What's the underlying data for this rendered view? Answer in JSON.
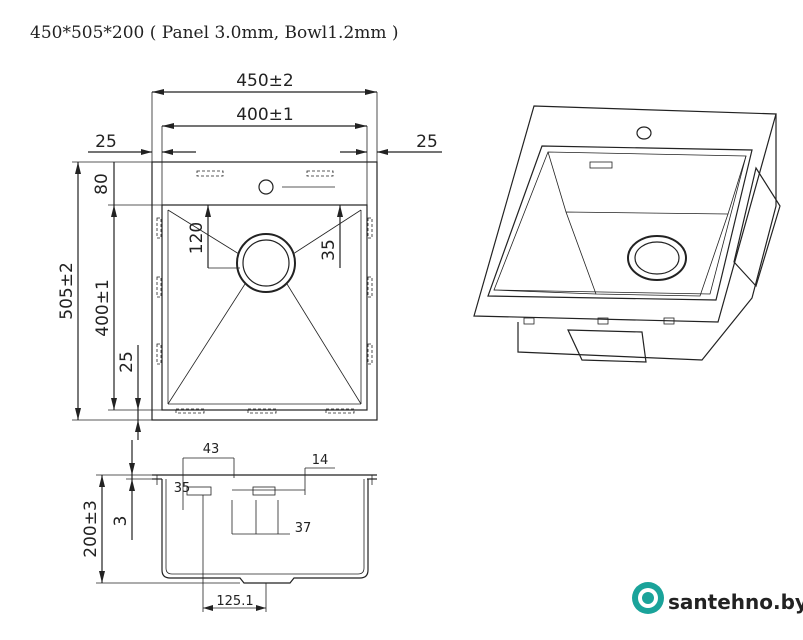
{
  "title": "450*505*200 ( Panel 3.0mm, Bowl1.2mm )",
  "top_view": {
    "overall_width": "450±2",
    "inner_width": "400±1",
    "left_offset": "25",
    "right_offset": "25",
    "overall_height": "505±2",
    "inner_height": "400±1",
    "top_offset": "80",
    "bottom_offset": "25",
    "drain_offset_y": "120",
    "drain_offset_x": "35"
  },
  "side_view": {
    "height": "200±3",
    "rim": "3",
    "dim_43": "43",
    "dim_14": "14",
    "dim_35": "35",
    "dim_37": "37",
    "dim_125": "125.1"
  },
  "logo": {
    "text": "santehno.by",
    "brand_color": "#1aa39a"
  }
}
